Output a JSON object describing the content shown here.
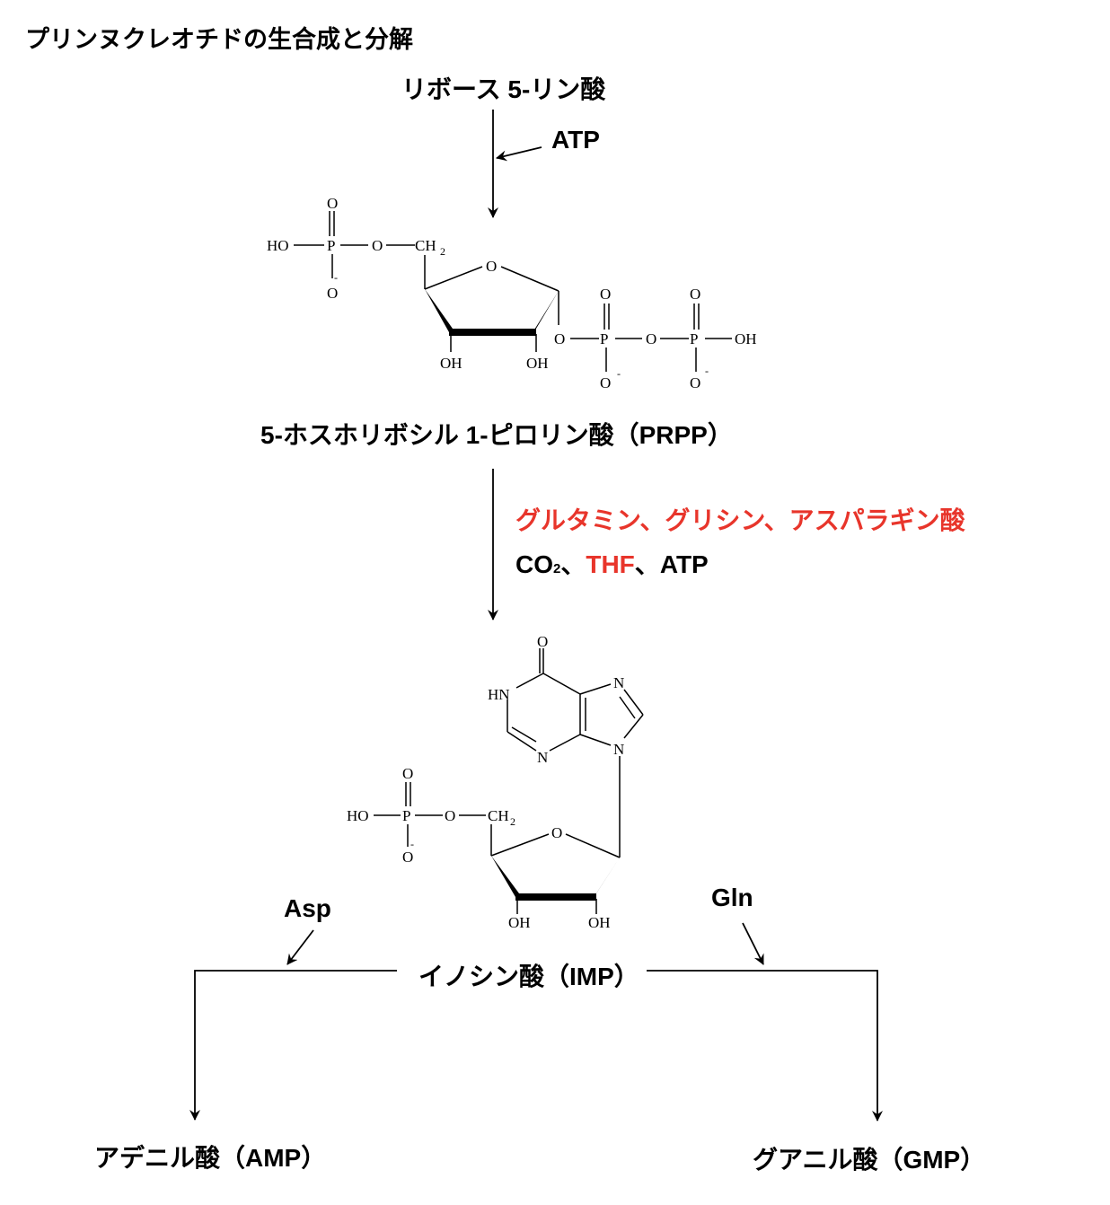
{
  "title": "プリンヌクレオチドの生合成と分解",
  "colors": {
    "highlight": "#e8352b",
    "text": "#000000"
  },
  "nodes": {
    "ribose5p": "リボース 5-リン酸",
    "prpp": "5-ホスホリボシル 1-ピロリン酸（PRPP）",
    "imp": "イノシン酸（IMP）",
    "amp": "アデニル酸（AMP）",
    "gmp": "グアニル酸（GMP）"
  },
  "reagents": {
    "step1": "ATP",
    "step2_red": "グルタミン、グリシン、アスパラギン酸",
    "step2_co2": "CO",
    "step2_co2_sub": "2",
    "step2_sep1": "、",
    "step2_thf": "THF",
    "step2_sep2": "、",
    "step2_atp": "ATP",
    "to_amp": "Asp",
    "to_gmp": "Gln"
  },
  "structures": {
    "prpp": {
      "HO": "HO",
      "P": "P",
      "O": "O",
      "CH2": "CH",
      "sub2": "2",
      "minus": "-",
      "OH": "OH"
    },
    "imp": {
      "HN": "HN",
      "N": "N",
      "O": "O",
      "HO": "HO",
      "P": "P",
      "CH2": "CH",
      "sub2": "2",
      "minus": "-",
      "OH": "OH"
    }
  }
}
